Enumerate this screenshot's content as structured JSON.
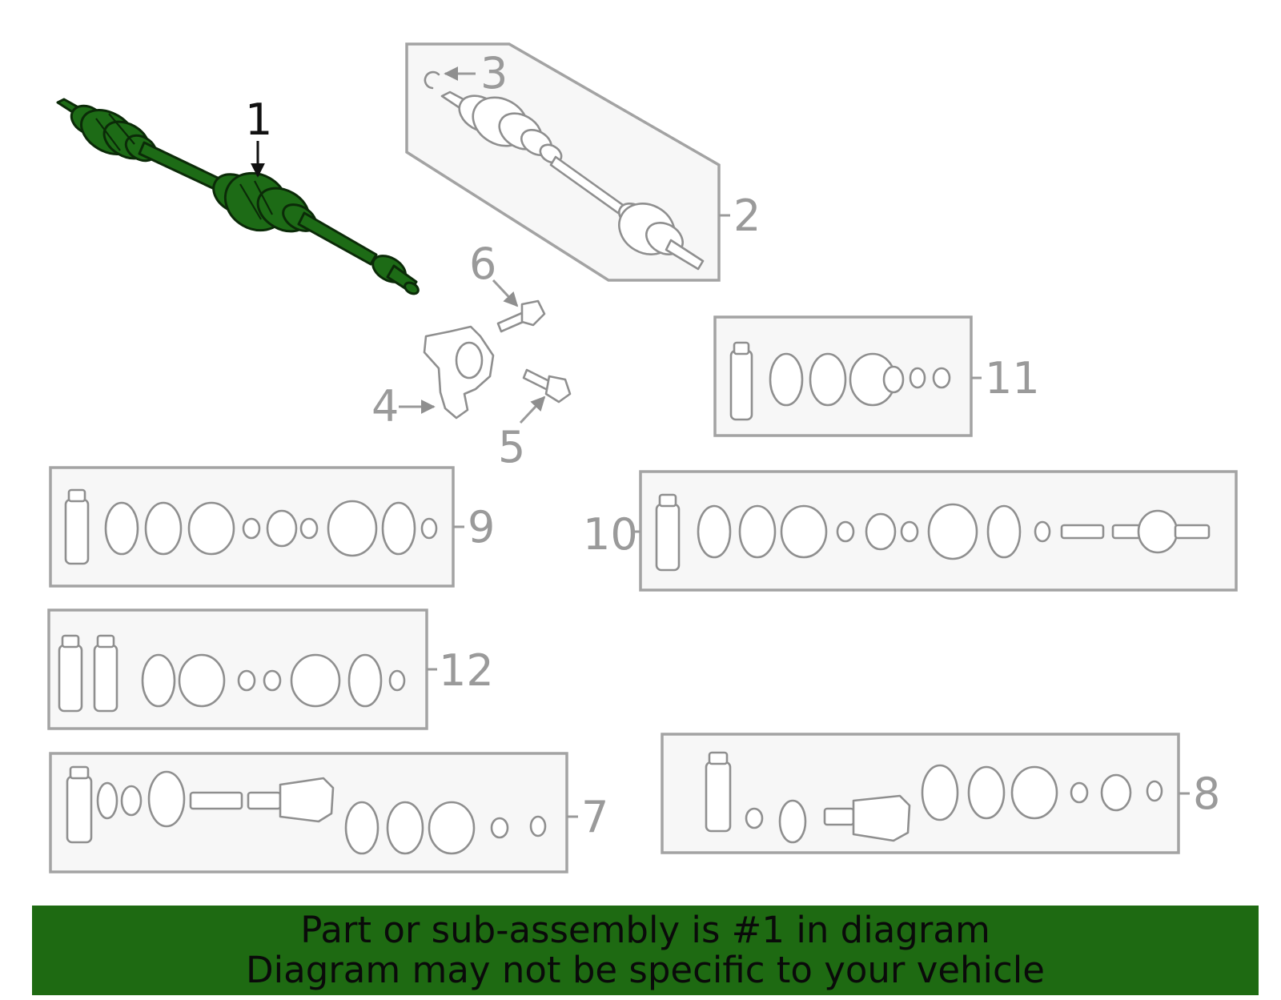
{
  "callouts": {
    "c1": "1",
    "c2": "2",
    "c3": "3",
    "c4": "4",
    "c5": "5",
    "c6": "6",
    "c7": "7",
    "c8": "8",
    "c9": "9",
    "c10": "10",
    "c11": "11",
    "c12": "12"
  },
  "banner": {
    "line1": "Part or sub-assembly is #1 in diagram",
    "line2": "Diagram may not be specific to your vehicle"
  },
  "colors": {
    "highlight": "#1d6b16",
    "banner": "#1e6a12",
    "parts": "#8f8f8f",
    "box_border": "#a3a3a3"
  }
}
